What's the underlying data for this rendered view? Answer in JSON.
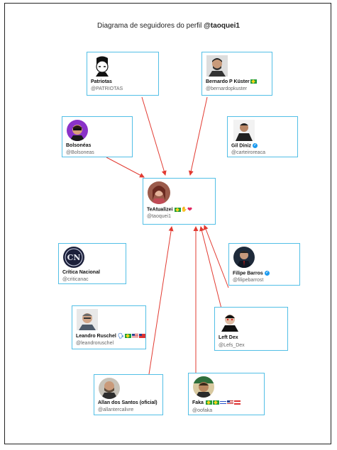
{
  "title_prefix": "Diagrama de seguidores do perfil ",
  "title_handle": "@taoquei1",
  "colors": {
    "card_border": "#52bfe6",
    "arrow": "#e23b32",
    "badge": "#1d9bf0"
  },
  "center": {
    "name": "TeAtualizei",
    "handle": "@taoquei1",
    "icons": [
      "brazil-flag",
      "hand-emoji",
      "heart"
    ]
  },
  "followers": [
    {
      "key": "patriotas",
      "name": "Patriotas",
      "handle": "@PATRIOTAS",
      "arrow_to_center": true
    },
    {
      "key": "kuster",
      "name": "Bernardo P Küster",
      "handle": "@bernardopkuster",
      "icons": [
        "brazil-flag"
      ],
      "arrow_to_center": true
    },
    {
      "key": "bolsoneas",
      "name": "Bolsonéas",
      "handle": "@Bolsoneas",
      "arrow_to_center": true
    },
    {
      "key": "diniz",
      "name": "Gil Diniz",
      "handle": "@carteiroreaca",
      "verified": true,
      "arrow_to_center": false
    },
    {
      "key": "critica",
      "name": "Crítica Nacional",
      "handle": "@criticanac",
      "arrow_to_center": false
    },
    {
      "key": "barros",
      "name": "Filipe Barros",
      "handle": "@filipebarrost",
      "verified": true,
      "arrow_to_center": true
    },
    {
      "key": "ruschel",
      "name": "Leandro Ruschel",
      "handle": "@leandroruschel",
      "icons": [
        "speaker-emoji",
        "brazil-flag",
        "usa-flag",
        "taiwan-flag"
      ],
      "arrow_to_center": false
    },
    {
      "key": "leftdex",
      "name": "Left Dex",
      "handle": "@Lefs_Dex",
      "arrow_to_center": true
    },
    {
      "key": "allan",
      "name": "Allan dos Santos (oficial)",
      "handle": "@allantercalivre",
      "arrow_to_center": true
    },
    {
      "key": "faka",
      "name": "Faka",
      "handle": "@oofaka",
      "icons": [
        "brazil-flag",
        "brazil-flag",
        "israel-flag",
        "usa-flag",
        "lebanon-flag"
      ],
      "arrow_to_center": true
    }
  ]
}
